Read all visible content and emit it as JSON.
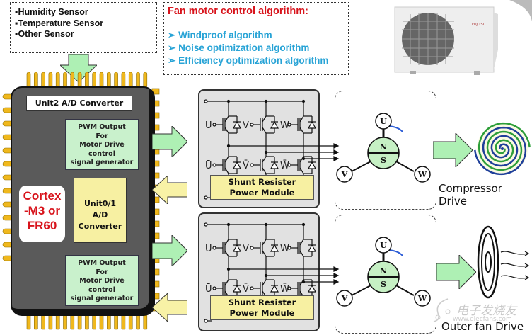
{
  "sensors": {
    "items": [
      "Humidity Sensor",
      "Temperature Sensor",
      "Other Sensor"
    ],
    "bullet": "▪"
  },
  "algorithm": {
    "title": "Fan motor control algorithm:",
    "bullet": "➢",
    "items": [
      "Windproof algorithm",
      "Noise optimization algorithm",
      "Efficiency optimization algorithm"
    ]
  },
  "outdoor_unit": {
    "label": "air-conditioner-outdoor-unit",
    "brand": "FUJITSU"
  },
  "mcu": {
    "unit2": "Unit2 A/D Converter",
    "pwm_top": [
      "PWM Output",
      "For",
      "Motor Drive",
      "control",
      "signal generator"
    ],
    "pwm_bottom": [
      "PWM Output",
      "For",
      "Motor Drive",
      "control",
      "signal generator"
    ],
    "unit01": [
      "Unit0/1",
      "A/D",
      "Converter"
    ],
    "cpu": [
      "Cortex",
      "-M3 or",
      "FR60"
    ]
  },
  "power_modules": [
    {
      "gates_top": [
        "U",
        "V",
        "W"
      ],
      "gates_bottom": [
        "Ū",
        "V̄",
        "W̄"
      ],
      "label": [
        "Shunt Resister",
        "Power Module"
      ]
    },
    {
      "gates_top": [
        "U",
        "V",
        "W"
      ],
      "gates_bottom": [
        "Ū",
        "V̄",
        "W̄"
      ],
      "label": [
        "Shunt Resister",
        "Power Module"
      ]
    }
  ],
  "motors": [
    {
      "phases": [
        "U",
        "V",
        "W"
      ],
      "poles": [
        "N",
        "S"
      ]
    },
    {
      "phases": [
        "U",
        "V",
        "W"
      ],
      "poles": [
        "N",
        "S"
      ]
    }
  ],
  "outputs": {
    "compressor": "Compressor Drive",
    "fan": "Outer fan Drive"
  },
  "watermark": {
    "text": "电子发烧友",
    "url": "www.elecfans.com"
  },
  "colors": {
    "green_arrow": "#aef0b4",
    "yellow_arrow": "#f8f2a6",
    "chip_body": "#5a5a5a",
    "pin": "#f0b81c",
    "red": "#d8141c",
    "blue": "#27a3d6",
    "pwm_fill": "#c9f1cc",
    "motor_fill": "#c6f0c4"
  }
}
